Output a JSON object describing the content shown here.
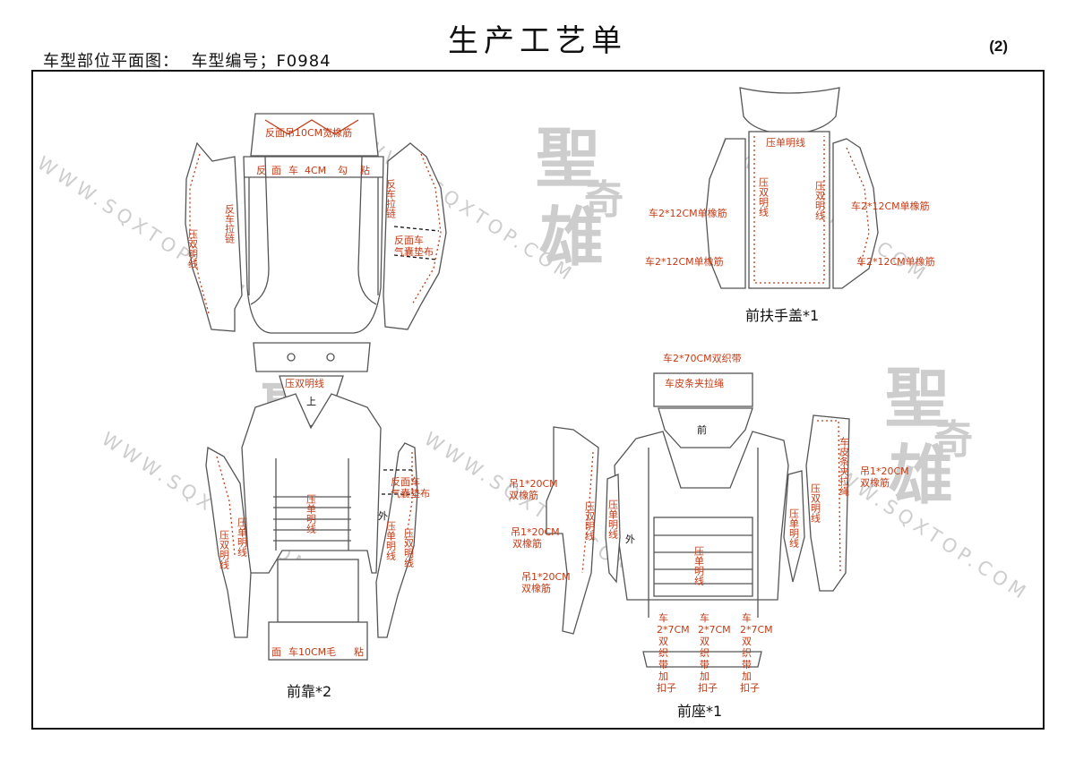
{
  "header": {
    "title": "生产工艺单",
    "page_number": "(2)",
    "plan_label": "车型部位平面图：",
    "model_label": "车型编号；F0984"
  },
  "watermark": {
    "url": "WWW.SQXTOP.COM",
    "brand_chars": [
      "聖",
      "奇",
      "雄"
    ]
  },
  "parts": {
    "front_backrest": {
      "caption": "前靠*2",
      "notes": {
        "elastic_top": "反面吊10CM宽橡筋",
        "sew_glue": [
          "反",
          "面",
          "车",
          "4CM",
          "勾",
          "粘"
        ],
        "reverse_zip_left": "反车拉链",
        "reverse_zip_right": "反车拉链",
        "double_topstitch_left": "压双明线",
        "airbag_pad_top": [
          "反面车",
          "气囊垫布"
        ],
        "headrest_double_topstitch": "压双明线",
        "up_mark": "上",
        "airbag_pad_bottom": [
          "反面车",
          "气囊垫布"
        ],
        "outside_mark": "外",
        "single_topstitch_center": "压单明线",
        "single_topstitch_left": "压单明线",
        "double_topstitch_left2": "压双明线",
        "single_topstitch_right": "压单明线",
        "double_topstitch_right": "压双明线",
        "bottom_glue": [
          "面",
          "车10CM毛",
          "粘"
        ]
      }
    },
    "front_armrest": {
      "caption": "前扶手盖*1",
      "notes": {
        "single_topstitch": "压单明线",
        "double_topstitch_center": "压双明线",
        "double_topstitch_right": "压双明线",
        "elastic_left_top": "车2*12CM单橡筋",
        "elastic_left_bottom": "车2*12CM单橡筋",
        "elastic_right_top": "车2*12CM单橡筋",
        "elastic_right_bottom": "车2*12CM单橡筋"
      }
    },
    "front_seat": {
      "caption": "前座*1",
      "notes": {
        "webbing": "车2*70CM双织带",
        "leather_strip": "车皮条夹拉绳",
        "front_mark": "前",
        "elastic_left_1": [
          "吊1*20CM",
          "双橡筋"
        ],
        "elastic_left_2": [
          "吊1*20CM",
          "双橡筋"
        ],
        "elastic_left_3": [
          "吊1*20CM",
          "双橡筋"
        ],
        "double_topstitch_left": "压双明线",
        "single_topstitch_left": "压单明线",
        "outside_mark": "外",
        "single_topstitch_center": "压单明线",
        "leather_strip_right": "车皮条夹拉绳",
        "elastic_right": [
          "吊1*20CM",
          "双橡筋"
        ],
        "double_topstitch_right": "压双明线",
        "single_topstitch_right": "压单明线",
        "webbing_buckle_1": [
          "车",
          "2*7CM",
          "双",
          "织",
          "带",
          "加",
          "扣子"
        ],
        "webbing_buckle_2": [
          "车",
          "2*7CM",
          "双",
          "织",
          "带",
          "加",
          "扣子"
        ],
        "webbing_buckle_3": [
          "车",
          "2*7CM",
          "双",
          "织",
          "带",
          "加",
          "扣子"
        ]
      }
    }
  },
  "colors": {
    "note_red": "#c23b16",
    "outline": "#555555",
    "watermark_gray": "#c8c8c8"
  }
}
